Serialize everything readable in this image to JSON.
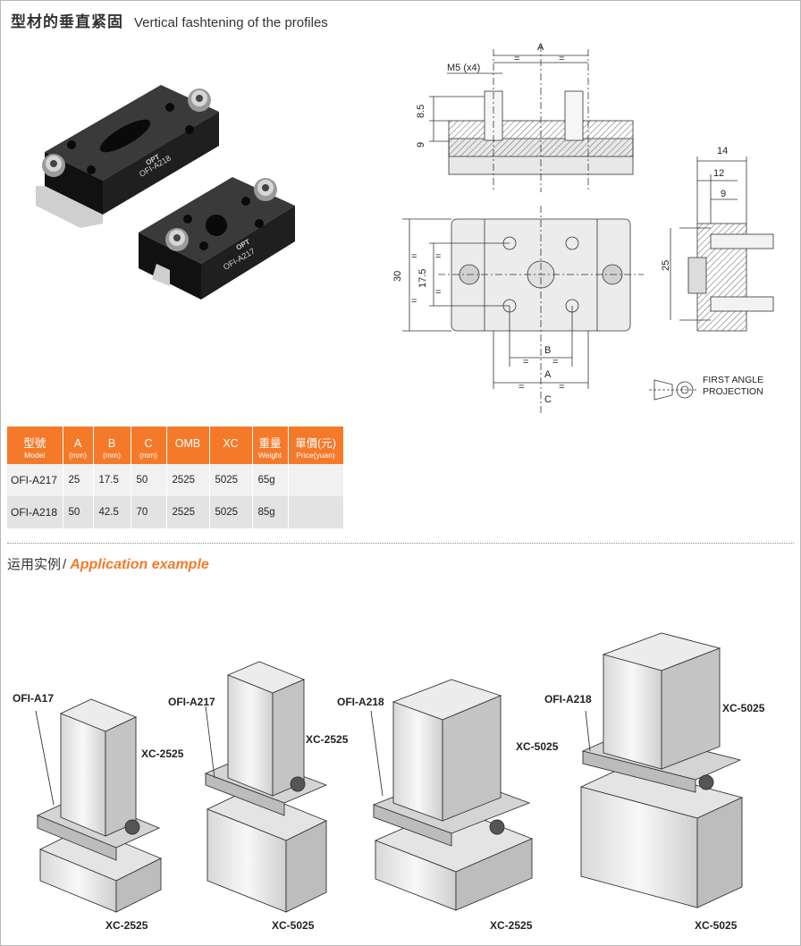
{
  "header": {
    "title_cn": "型材的垂直紧固",
    "title_en": "Vertical fashtening of the profiles"
  },
  "photo": {
    "large_part_label": "OFI-A218",
    "small_part_label": "OFI-A217",
    "brand_mark": "OPT"
  },
  "drawing": {
    "dim_a": "A",
    "dim_b": "B",
    "dim_c": "C",
    "dim_m5": "M5 (x4)",
    "dim_8_5": "8.5",
    "dim_9": "9",
    "dim_30": "30",
    "dim_17_5": "17.5",
    "dim_25": "25",
    "dim_14": "14",
    "dim_12": "12",
    "dim_9b": "9",
    "eq": "=",
    "projection_line1": "FIRST ANGLE",
    "projection_line2": "PROJECTION"
  },
  "table": {
    "headers": [
      {
        "main": "型號",
        "sub": "Model"
      },
      {
        "main": "A",
        "sub": "(mm)"
      },
      {
        "main": "B",
        "sub": "(mm)"
      },
      {
        "main": "C",
        "sub": "(mm)"
      },
      {
        "main": "OMB",
        "sub": ""
      },
      {
        "main": "XC",
        "sub": ""
      },
      {
        "main": "重量",
        "sub": "Weight"
      },
      {
        "main": "單價(元)",
        "sub": "Price(yuan)"
      }
    ],
    "rows": [
      [
        "OFI-A217",
        "25",
        "17.5",
        "50",
        "2525",
        "5025",
        "65g",
        ""
      ],
      [
        "OFI-A218",
        "50",
        "42.5",
        "70",
        "2525",
        "5025",
        "85g",
        ""
      ]
    ]
  },
  "application": {
    "title_cn": "运用实例",
    "separator": "/",
    "title_en": "Application example",
    "examples": [
      {
        "part": "OFI-A17",
        "upper": "XC-2525",
        "lower": "XC-2525"
      },
      {
        "part": "OFI-A217",
        "upper": "XC-2525",
        "lower": "XC-5025"
      },
      {
        "part": "OFI-A218",
        "upper": "XC-5025",
        "lower": "XC-2525"
      },
      {
        "part": "OFI-A218",
        "upper": "XC-5025",
        "lower": "XC-5025"
      }
    ]
  },
  "colors": {
    "accent": "#f47a2a",
    "row_light": "#f1f1f1",
    "row_dark": "#e3e3e3",
    "part_black": "#1c1c1c",
    "hatch_grey": "#9a9a9a"
  }
}
